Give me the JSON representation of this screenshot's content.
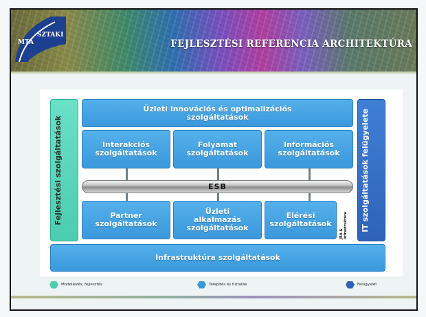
{
  "header": {
    "title": "FEJLESZTÉSI REFERENCIA ARCHITEKTÚRA",
    "logo_left_text": "MTA",
    "logo_right_text": "SZTAKI"
  },
  "diagram": {
    "top": "Üzleti innovációs és optimalizációs szolgáltatások",
    "left": "Fejlesztési szolgáltatások",
    "right": "IT szolgáltatások felügyelete",
    "upper_row": [
      "Interakciós szolgáltatások",
      "Folyamat szolgáltatások",
      "Információs szolgáltatások"
    ],
    "esb": "ESB",
    "lower_row": [
      "Partner szolgáltatások",
      "Üzleti alkalmazás szolgáltatások",
      "Elérési szolgáltatások"
    ],
    "small_label": "JRA & Infrastruktúra",
    "bottom": "Infrastruktúra szolgáltatások"
  },
  "legend": [
    {
      "label": "Modellezés, fejlesztés",
      "color": "#4ccdb0"
    },
    {
      "label": "Telepítés és futtatás",
      "color": "#3a98dc"
    },
    {
      "label": "Felügyelet",
      "color": "#2e63b8"
    }
  ]
}
